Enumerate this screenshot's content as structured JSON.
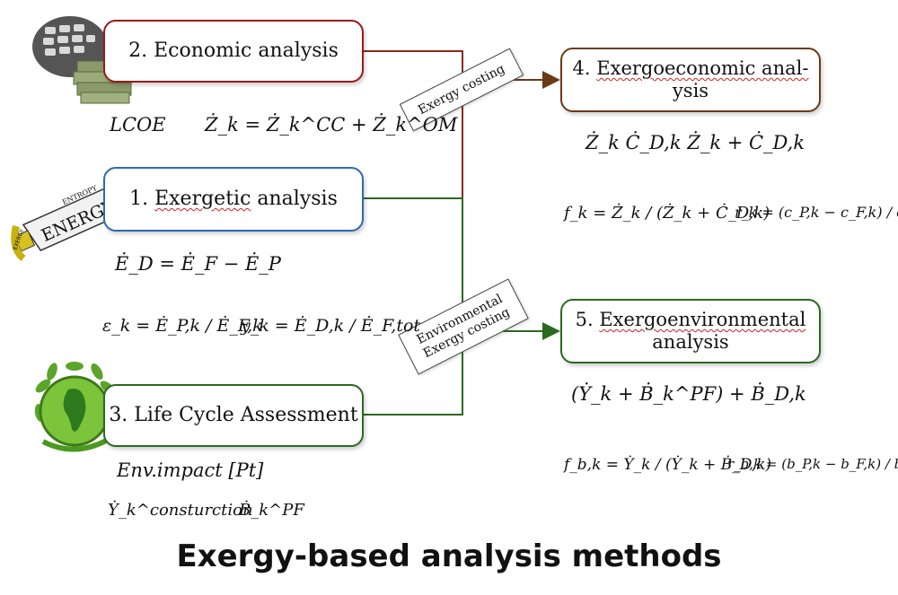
{
  "boxes": {
    "economic": "2. Economic analysis",
    "exergetic_num": "1. ",
    "exergetic_word": "Exergetic",
    "exergetic_rest": " analysis",
    "lca": "3. Life Cycle Assessment",
    "exergoeco_num": "4. ",
    "exergoeco_word": "Exergoeconomic anal-",
    "exergoeco_rest": "ysis",
    "exergoenv_num": "5. ",
    "exergoenv_word": "Exergoenvironmental",
    "exergoenv_rest": "analysis"
  },
  "tags": {
    "exergy_costing": "Exergy costing",
    "env_line1": "Environmental",
    "env_line2": "Exergy costing"
  },
  "formulas": {
    "lcoe": "LCOE",
    "zk_eq": "Ż_k = Ż_k^CC + Ż_k^OM",
    "ed_eq": "Ė_D = Ė_F − Ė_P",
    "eps_eq": "ε_k = Ė_P,k / Ė_F,k",
    "y_eq": "y_k = Ė_D,k / Ė_F,tot",
    "env_impact": "Env.impact [Pt]",
    "y_construction": "Ẏ_k^consturction",
    "b_pf": "Ḃ_k^PF",
    "zk_terms": "Ż_k   Ċ_D,k   Ż_k + Ċ_D,k",
    "fk_eq": "f_k = Ż_k / (Ż_k + Ċ_D,k)",
    "rk_eq": "r_k = (c_P,k − c_F,k) / c_F,k",
    "yb_terms": "(Ẏ_k + Ḃ_k^PF) + Ḃ_D,k",
    "fbk_eq": "f_b,k = Ẏ_k / (Ẏ_k + Ḃ_D,k)",
    "rbk_eq": "r_b,k = (b_P,k − b_F,k) / b_F,k"
  },
  "icon_labels": {
    "tube_big": "ENERGY",
    "tube_small": "ENTROPY",
    "tube_cap": "EXERGY"
  },
  "title": "Exergy-based analysis methods",
  "colors": {
    "economic": "#9b1a1a",
    "exergetic": "#2f6ab0",
    "green": "#2a6a1e",
    "brown": "#6b3a16"
  }
}
